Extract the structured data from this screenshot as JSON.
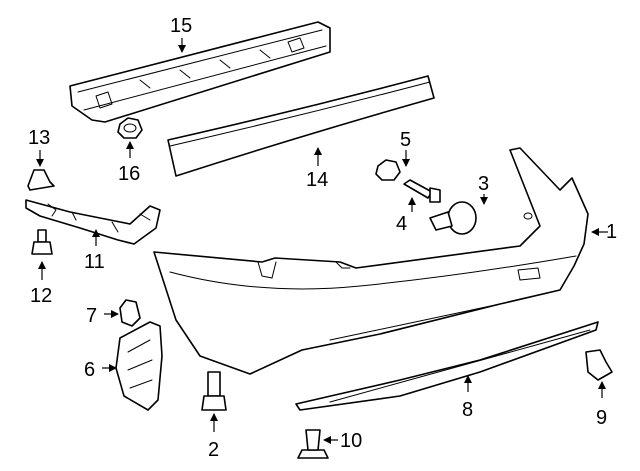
{
  "diagram": {
    "type": "exploded-parts-diagram",
    "colors": {
      "ink": "#000000",
      "paper": "#ffffff"
    },
    "callouts": [
      {
        "number": "1"
      },
      {
        "number": "2"
      },
      {
        "number": "3"
      },
      {
        "number": "4"
      },
      {
        "number": "5"
      },
      {
        "number": "6"
      },
      {
        "number": "7"
      },
      {
        "number": "8"
      },
      {
        "number": "9"
      },
      {
        "number": "10"
      },
      {
        "number": "11"
      },
      {
        "number": "12"
      },
      {
        "number": "13"
      },
      {
        "number": "14"
      },
      {
        "number": "15"
      },
      {
        "number": "16"
      }
    ]
  }
}
